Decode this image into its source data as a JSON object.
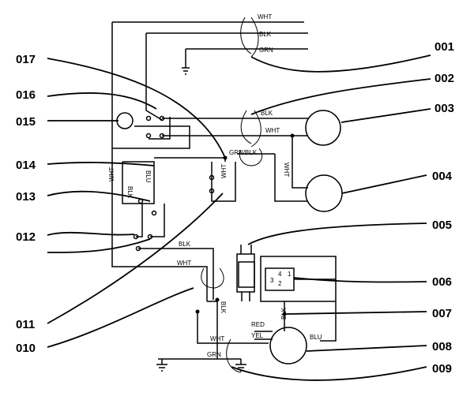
{
  "callouts": {
    "c001": "001",
    "c002": "002",
    "c003": "003",
    "c004": "004",
    "c005": "005",
    "c006": "006",
    "c007": "007",
    "c008": "008",
    "c009": "009",
    "c010": "010",
    "c011": "011",
    "c012": "012",
    "c013": "013",
    "c014": "014",
    "c015": "015",
    "c016": "016",
    "c017": "017"
  },
  "wire_labels": {
    "top_wht": "WHT",
    "top_blk": "BLK",
    "top_grn": "GRN",
    "mid_blk": "BLK",
    "mid_wht": "WHT",
    "grn_blk": "GRN/BLK",
    "left_wht": "WHT",
    "left_blk": "BLK",
    "left_blu": "BLU",
    "sw_wht": "WHT",
    "m4_wht": "WHT",
    "low_blk": "BLK",
    "low_wht": "WHT",
    "v_blk": "BLK",
    "blk_007": "BLK",
    "red": "RED",
    "yel": "YEL",
    "blu": "BLU",
    "bot_wht": "WHT",
    "bot_grn": "GRN"
  },
  "terminal_labels": {
    "t4": "4",
    "t1": "1",
    "t2": "2",
    "t3": "3"
  }
}
